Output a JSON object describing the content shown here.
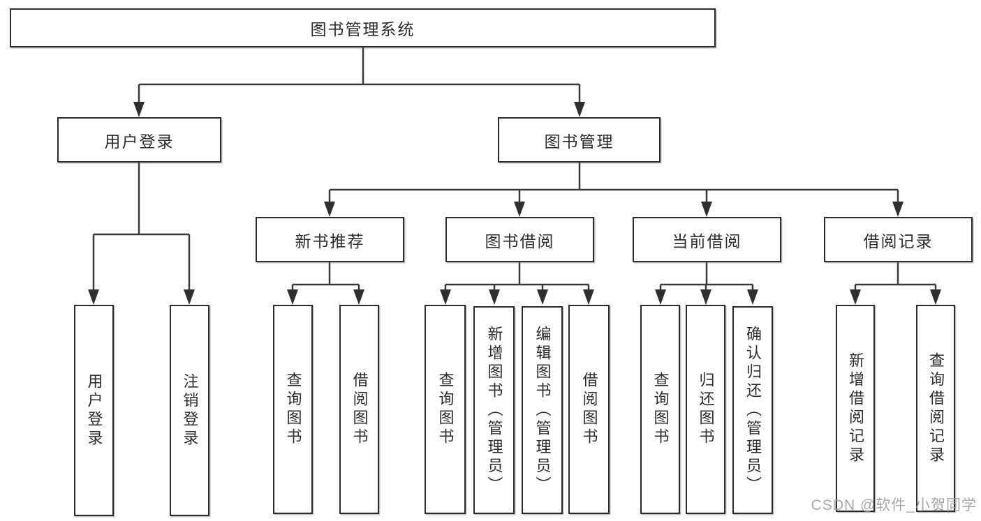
{
  "diagram": {
    "root_label": "图书管理系统",
    "branches": [
      {
        "label": "用户登录",
        "children": [
          {
            "label": "用户登录"
          },
          {
            "label": "注销登录"
          }
        ]
      },
      {
        "label": "图书管理",
        "children": [
          {
            "label": "新书推荐",
            "children": [
              {
                "label": "查询图书"
              },
              {
                "label": "借阅图书"
              }
            ]
          },
          {
            "label": "图书借阅",
            "children": [
              {
                "label": "查询图书"
              },
              {
                "label": "新增图书（管理员）"
              },
              {
                "label": "编辑图书（管理员）"
              },
              {
                "label": "借阅图书"
              }
            ]
          },
          {
            "label": "当前借阅",
            "children": [
              {
                "label": "查询图书"
              },
              {
                "label": "归还图书"
              },
              {
                "label": "确认归还（管理员）"
              }
            ]
          },
          {
            "label": "借阅记录",
            "children": [
              {
                "label": "新增借阅记录"
              },
              {
                "label": "查询借阅记录"
              }
            ]
          }
        ]
      }
    ],
    "colors": {
      "line": "#3a3a3a",
      "arrow": "#2f2f2f",
      "border": "#2b2b2b",
      "text": "#2d2d2d",
      "watermark": "#9e9e9e",
      "background": "#ffffff"
    },
    "watermark": "CSDN @软件_小贺同学"
  }
}
